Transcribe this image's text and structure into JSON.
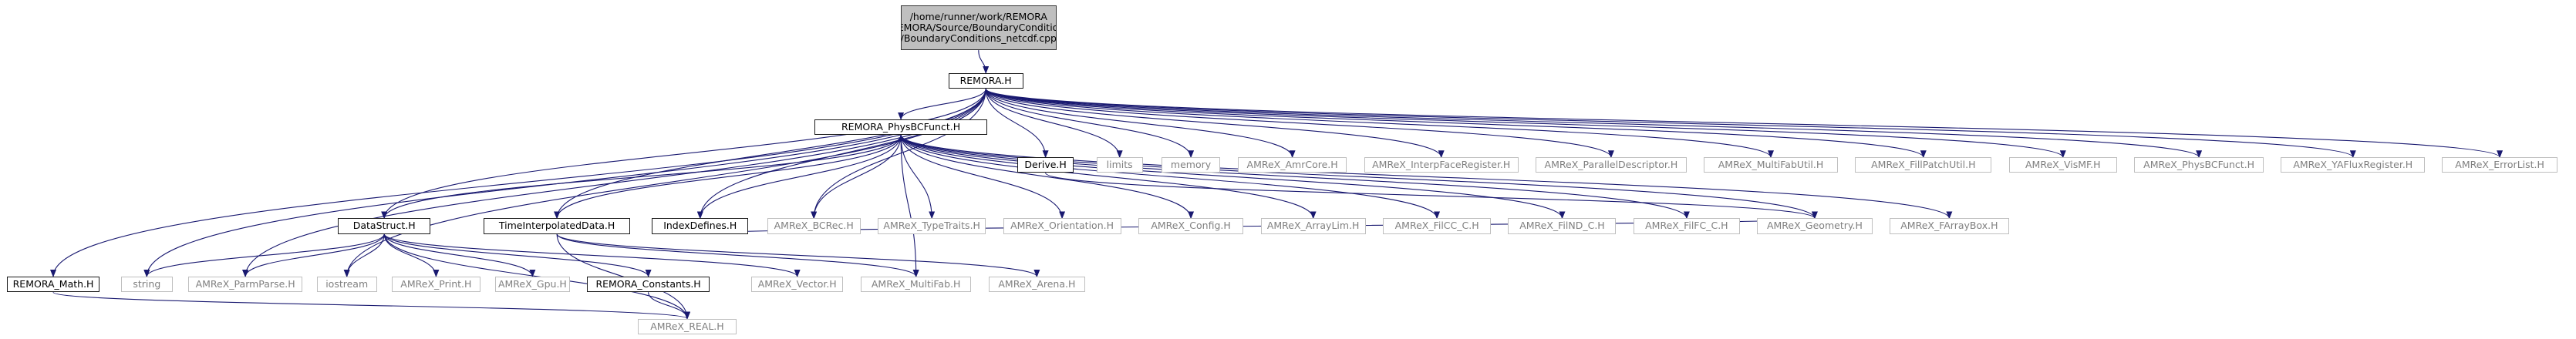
{
  "colors": {
    "edge": "#191970",
    "root_fill": "#bfbfbf",
    "ext_border": "#bfbfbf",
    "ext_text": "#808080"
  },
  "root": {
    "lines": [
      "/home/runner/work/REMORA",
      "/REMORA/Source/BoundaryConditions",
      "/BoundaryConditions_netcdf.cpp"
    ]
  },
  "nodes": {
    "remora_h": "REMORA.H",
    "physbc": "REMORA_PhysBCFunct.H",
    "derive": "Derive.H",
    "limits": "limits",
    "memory": "memory",
    "amrcore": "AMReX_AmrCore.H",
    "interpface": "AMReX_InterpFaceRegister.H",
    "paralleldesc": "AMReX_ParallelDescriptor.H",
    "multifabutil": "AMReX_MultiFabUtil.H",
    "fillpatchutil": "AMReX_FillPatchUtil.H",
    "vismf": "AMReX_VisMF.H",
    "amrexphysbc": "AMReX_PhysBCFunct.H",
    "yafluxreg": "AMReX_YAFluxRegister.H",
    "errorlist": "AMReX_ErrorList.H",
    "datastruct": "DataStruct.H",
    "timeinterp": "TimeInterpolatedData.H",
    "indexdefines": "IndexDefines.H",
    "bcrec": "AMReX_BCRec.H",
    "typetraits": "AMReX_TypeTraits.H",
    "orientation": "AMReX_Orientation.H",
    "config": "AMReX_Config.H",
    "arraylim": "AMReX_ArrayLim.H",
    "filcc": "AMReX_FilCC_C.H",
    "filnd": "AMReX_FilND_C.H",
    "filfc": "AMReX_FilFC_C.H",
    "geometry": "AMReX_Geometry.H",
    "farraybox": "AMReX_FArrayBox.H",
    "math": "REMORA_Math.H",
    "string": "string",
    "parmparse": "AMReX_ParmParse.H",
    "iostream": "iostream",
    "print": "AMReX_Print.H",
    "gpu": "AMReX_Gpu.H",
    "constants": "REMORA_Constants.H",
    "vector": "AMReX_Vector.H",
    "multifab": "AMReX_MultiFab.H",
    "arena": "AMReX_Arena.H",
    "real": "AMReX_REAL.H"
  }
}
